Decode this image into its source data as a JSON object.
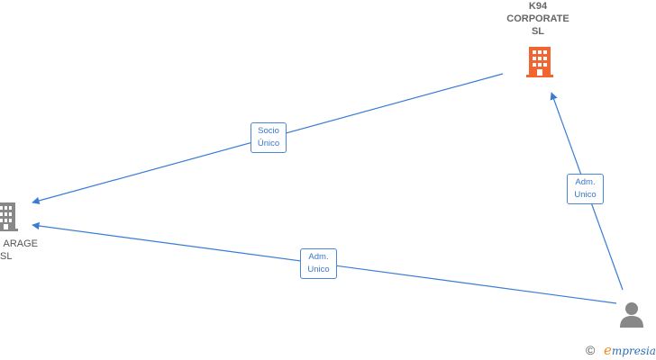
{
  "nodes": {
    "k94": {
      "lines": [
        "K94",
        "CORPORATE",
        "SL"
      ],
      "icon": "building-icon",
      "color": "#f26430"
    },
    "garage": {
      "lines": [
        "ARAGE",
        "SL"
      ],
      "icon": "building-icon",
      "color": "#888888"
    },
    "person": {
      "icon": "person-icon",
      "color": "#888888"
    }
  },
  "edges": [
    {
      "from": "k94",
      "to": "garage",
      "lines": [
        "Socio",
        "Único"
      ]
    },
    {
      "from": "person",
      "to": "k94",
      "lines": [
        "Adm.",
        "Unico"
      ]
    },
    {
      "from": "person",
      "to": "garage",
      "lines": [
        "Adm.",
        "Unico"
      ]
    }
  ],
  "footer": {
    "copyright": "©",
    "brand_initial": "e",
    "brand_rest": "mpresia"
  },
  "colors": {
    "edge": "#3a7bd5",
    "label_border": "#4a86d8"
  }
}
